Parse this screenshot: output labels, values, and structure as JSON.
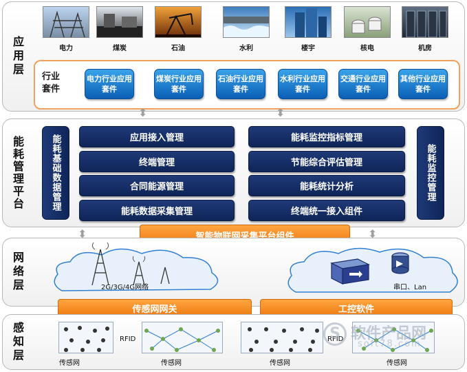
{
  "layers": {
    "application": "应用层",
    "energy_platform": "能耗管理平台",
    "network": "网络层",
    "sensing": "感知层"
  },
  "industries": [
    "电力",
    "煤炭",
    "石油",
    "水利",
    "楼宇",
    "核电",
    "机房"
  ],
  "suites": {
    "title": "行业套件",
    "items": [
      "电力行业应用套件",
      "煤炭行业应用套件",
      "石油行业应用套件",
      "水利行业应用套件",
      "交通行业应用套件",
      "其他行业应用套件"
    ]
  },
  "platform": {
    "left_column": "能耗基础数据管理",
    "right_column": "能耗监控管理",
    "left_items": [
      "应用接入管理",
      "终端管理",
      "合同能源管理",
      "能耗数据采集管理"
    ],
    "right_items": [
      "能耗监控指标管理",
      "节能综合评估管理",
      "能耗统计分析",
      "终端统一接入组件"
    ],
    "iot_bar": "智能物联网采集平台组件"
  },
  "network": {
    "wireless_label": "2G/3G/4G网络",
    "wired_label": "串口、Lan",
    "gateway": "传感网网关",
    "control_software": "工控软件"
  },
  "sensing": {
    "sensor_network": "传感网",
    "rfid": "RFID"
  },
  "watermark": {
    "line1": "软件产品网",
    "line2": "soft78.com"
  },
  "colors": {
    "dark_blue": "#1a3270",
    "light_blue": "#1a82d4",
    "orange": "#f08a1e"
  }
}
